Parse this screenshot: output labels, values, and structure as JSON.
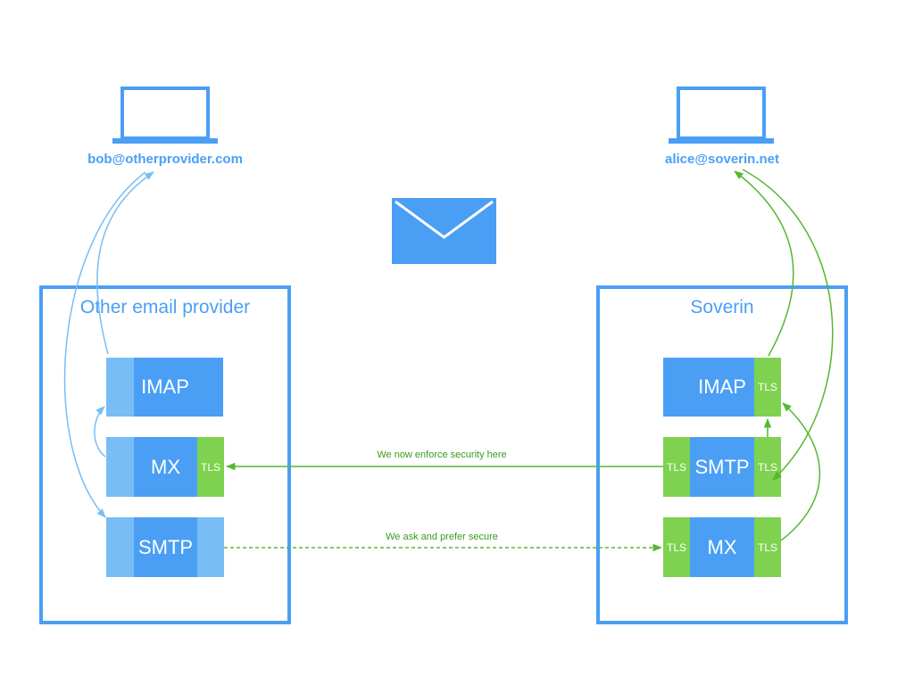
{
  "left_user": {
    "address": "bob@otherprovider.com"
  },
  "right_user": {
    "address": "alice@soverin.net"
  },
  "left_provider": {
    "title": "Other email provider",
    "services": {
      "imap": "IMAP",
      "mx": "MX",
      "smtp": "SMTP",
      "mx_tls": "TLS"
    }
  },
  "right_provider": {
    "title": "Soverin",
    "services": {
      "imap": "IMAP",
      "imap_tls": "TLS",
      "smtp": "SMTP",
      "smtp_tls_left": "TLS",
      "smtp_tls_right": "TLS",
      "mx": "MX",
      "mx_tls_left": "TLS",
      "mx_tls_right": "TLS"
    }
  },
  "links": {
    "enforce": "We now enforce security here",
    "prefer": "We ask and prefer secure"
  },
  "colors": {
    "blue": "#4a9ff5",
    "light_blue": "#78bdf5",
    "green": "#7ed24f",
    "arrow_green": "#55b830"
  },
  "icons": {
    "envelope": "envelope-icon",
    "laptop": "laptop-icon"
  }
}
